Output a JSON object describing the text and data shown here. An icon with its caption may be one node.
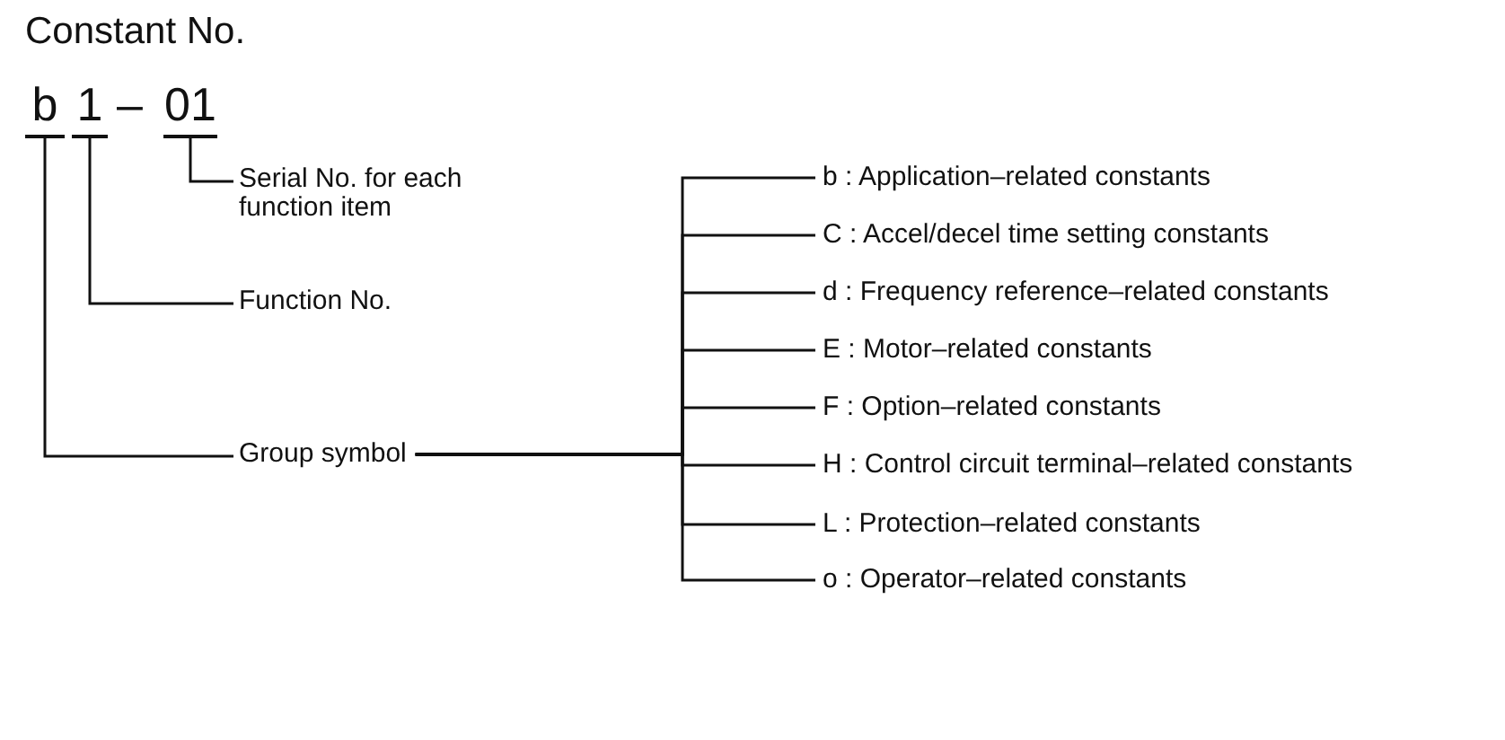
{
  "diagram": {
    "title": "Constant No.",
    "nodes": [
      {
        "text": [
          "b"
        ]
      },
      {
        "text": [
          "1"
        ]
      },
      {
        "text": [
          "01"
        ]
      },
      {
        "text": [
          "Serial No. for each function item"
        ]
      },
      {
        "text": [
          "Function No."
        ]
      },
      {
        "text": [
          "Group symbol"
        ]
      },
      {
        "text": [
          "b : Application–related constants"
        ]
      },
      {
        "text": [
          "C : Accel/decel time setting constants"
        ]
      },
      {
        "text": [
          "d : Frequency reference–related constants"
        ]
      },
      {
        "text": [
          "E : Motor–related constants"
        ]
      },
      {
        "text": [
          "F : Option–related constants"
        ]
      },
      {
        "text": [
          "H : Control circuit terminal–related constants"
        ]
      },
      {
        "text": [
          "L : Protection–related constants"
        ]
      },
      {
        "text": [
          "o : Operator–related constants"
        ]
      }
    ],
    "edges": [
      {
        "from": 2,
        "to": 3,
        "arrow": "none"
      },
      {
        "from": 1,
        "to": 4,
        "arrow": "none"
      },
      {
        "from": 0,
        "to": 5,
        "arrow": "none"
      },
      {
        "from": 5,
        "to": 6,
        "arrow": "none"
      },
      {
        "from": 5,
        "to": 7,
        "arrow": "none"
      },
      {
        "from": 5,
        "to": 8,
        "arrow": "none"
      },
      {
        "from": 5,
        "to": 9,
        "arrow": "none"
      },
      {
        "from": 5,
        "to": 10,
        "arrow": "none"
      },
      {
        "from": 5,
        "to": 11,
        "arrow": "none"
      },
      {
        "from": 5,
        "to": 12,
        "arrow": "none"
      },
      {
        "from": 5,
        "to": 13,
        "arrow": "none"
      }
    ],
    "labels": [
      "–"
    ]
  }
}
